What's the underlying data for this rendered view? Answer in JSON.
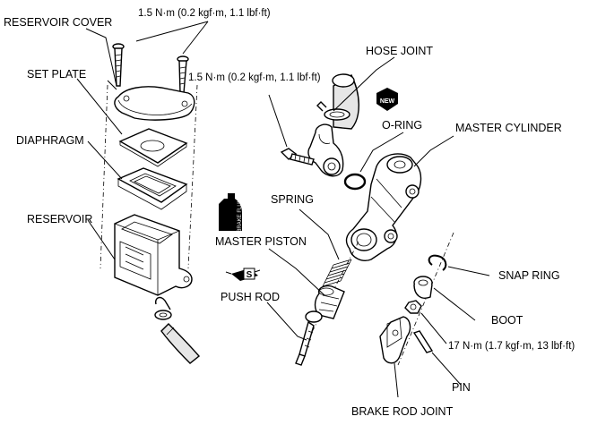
{
  "labels": {
    "reservoir_cover": "RESERVOIR COVER",
    "set_plate": "SET PLATE",
    "diaphragm": "DIAPHRAGM",
    "reservoir": "RESERVOIR",
    "hose_joint": "HOSE JOINT",
    "o_ring": "O-RING",
    "master_cylinder": "MASTER CYLINDER",
    "spring": "SPRING",
    "master_piston": "MASTER PISTON",
    "push_rod": "PUSH ROD",
    "snap_ring": "SNAP RING",
    "boot": "BOOT",
    "pin": "PIN",
    "brake_rod_joint": "BRAKE ROD JOINT"
  },
  "torques": {
    "cover_screws": "1.5 N·m (0.2 kgf·m, 1.1 lbf·ft)",
    "hose_joint_screw": "1.5 N·m (0.2 kgf·m, 1.1 lbf·ft)",
    "brake_rod_nut": "17 N·m (1.7 kgf·m, 13 lbf·ft)"
  },
  "symbols": {
    "new_badge": "NEW",
    "brake_fluid_bottle": "BRAKE FLUID",
    "grease_symbol": "S"
  },
  "icons": [
    "new-part-icon",
    "brake-fluid-icon",
    "grease-icon"
  ]
}
